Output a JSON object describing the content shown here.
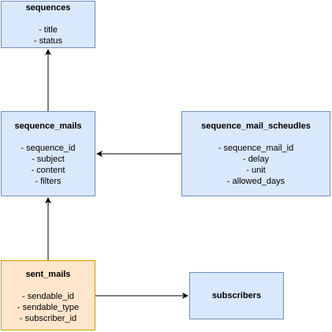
{
  "diagram": {
    "nodes": {
      "sequences": {
        "title": "sequences",
        "fields": [
          "- title",
          "- status"
        ],
        "fill": "#dae8fc",
        "stroke": "#6c8ebf"
      },
      "sequence_mails": {
        "title": "sequence_mails",
        "fields": [
          "- sequence_id",
          "- subject",
          "- content",
          "- filters"
        ],
        "fill": "#dae8fc",
        "stroke": "#6c8ebf"
      },
      "sequence_mail_scheudles": {
        "title": "sequence_mail_scheudles",
        "fields": [
          "- sequence_mail_id",
          "- delay",
          "- unit",
          "- allowed_days"
        ],
        "fill": "#dae8fc",
        "stroke": "#6c8ebf"
      },
      "sent_mails": {
        "title": "sent_mails",
        "fields": [
          "- sendable_id",
          "- sendable_type",
          "- subscriber_id"
        ],
        "fill": "#ffe6cc",
        "stroke": "#d79b00"
      },
      "subscribers": {
        "title": "subscribers",
        "fields": [],
        "fill": "#dae8fc",
        "stroke": "#6c8ebf"
      }
    },
    "edges": [
      {
        "from": "sequence_mails",
        "to": "sequences"
      },
      {
        "from": "sequence_mail_scheudles",
        "to": "sequence_mails"
      },
      {
        "from": "sent_mails",
        "to": "sequence_mails"
      },
      {
        "from": "sent_mails",
        "to": "subscribers"
      }
    ],
    "edge_color": "#000000"
  }
}
